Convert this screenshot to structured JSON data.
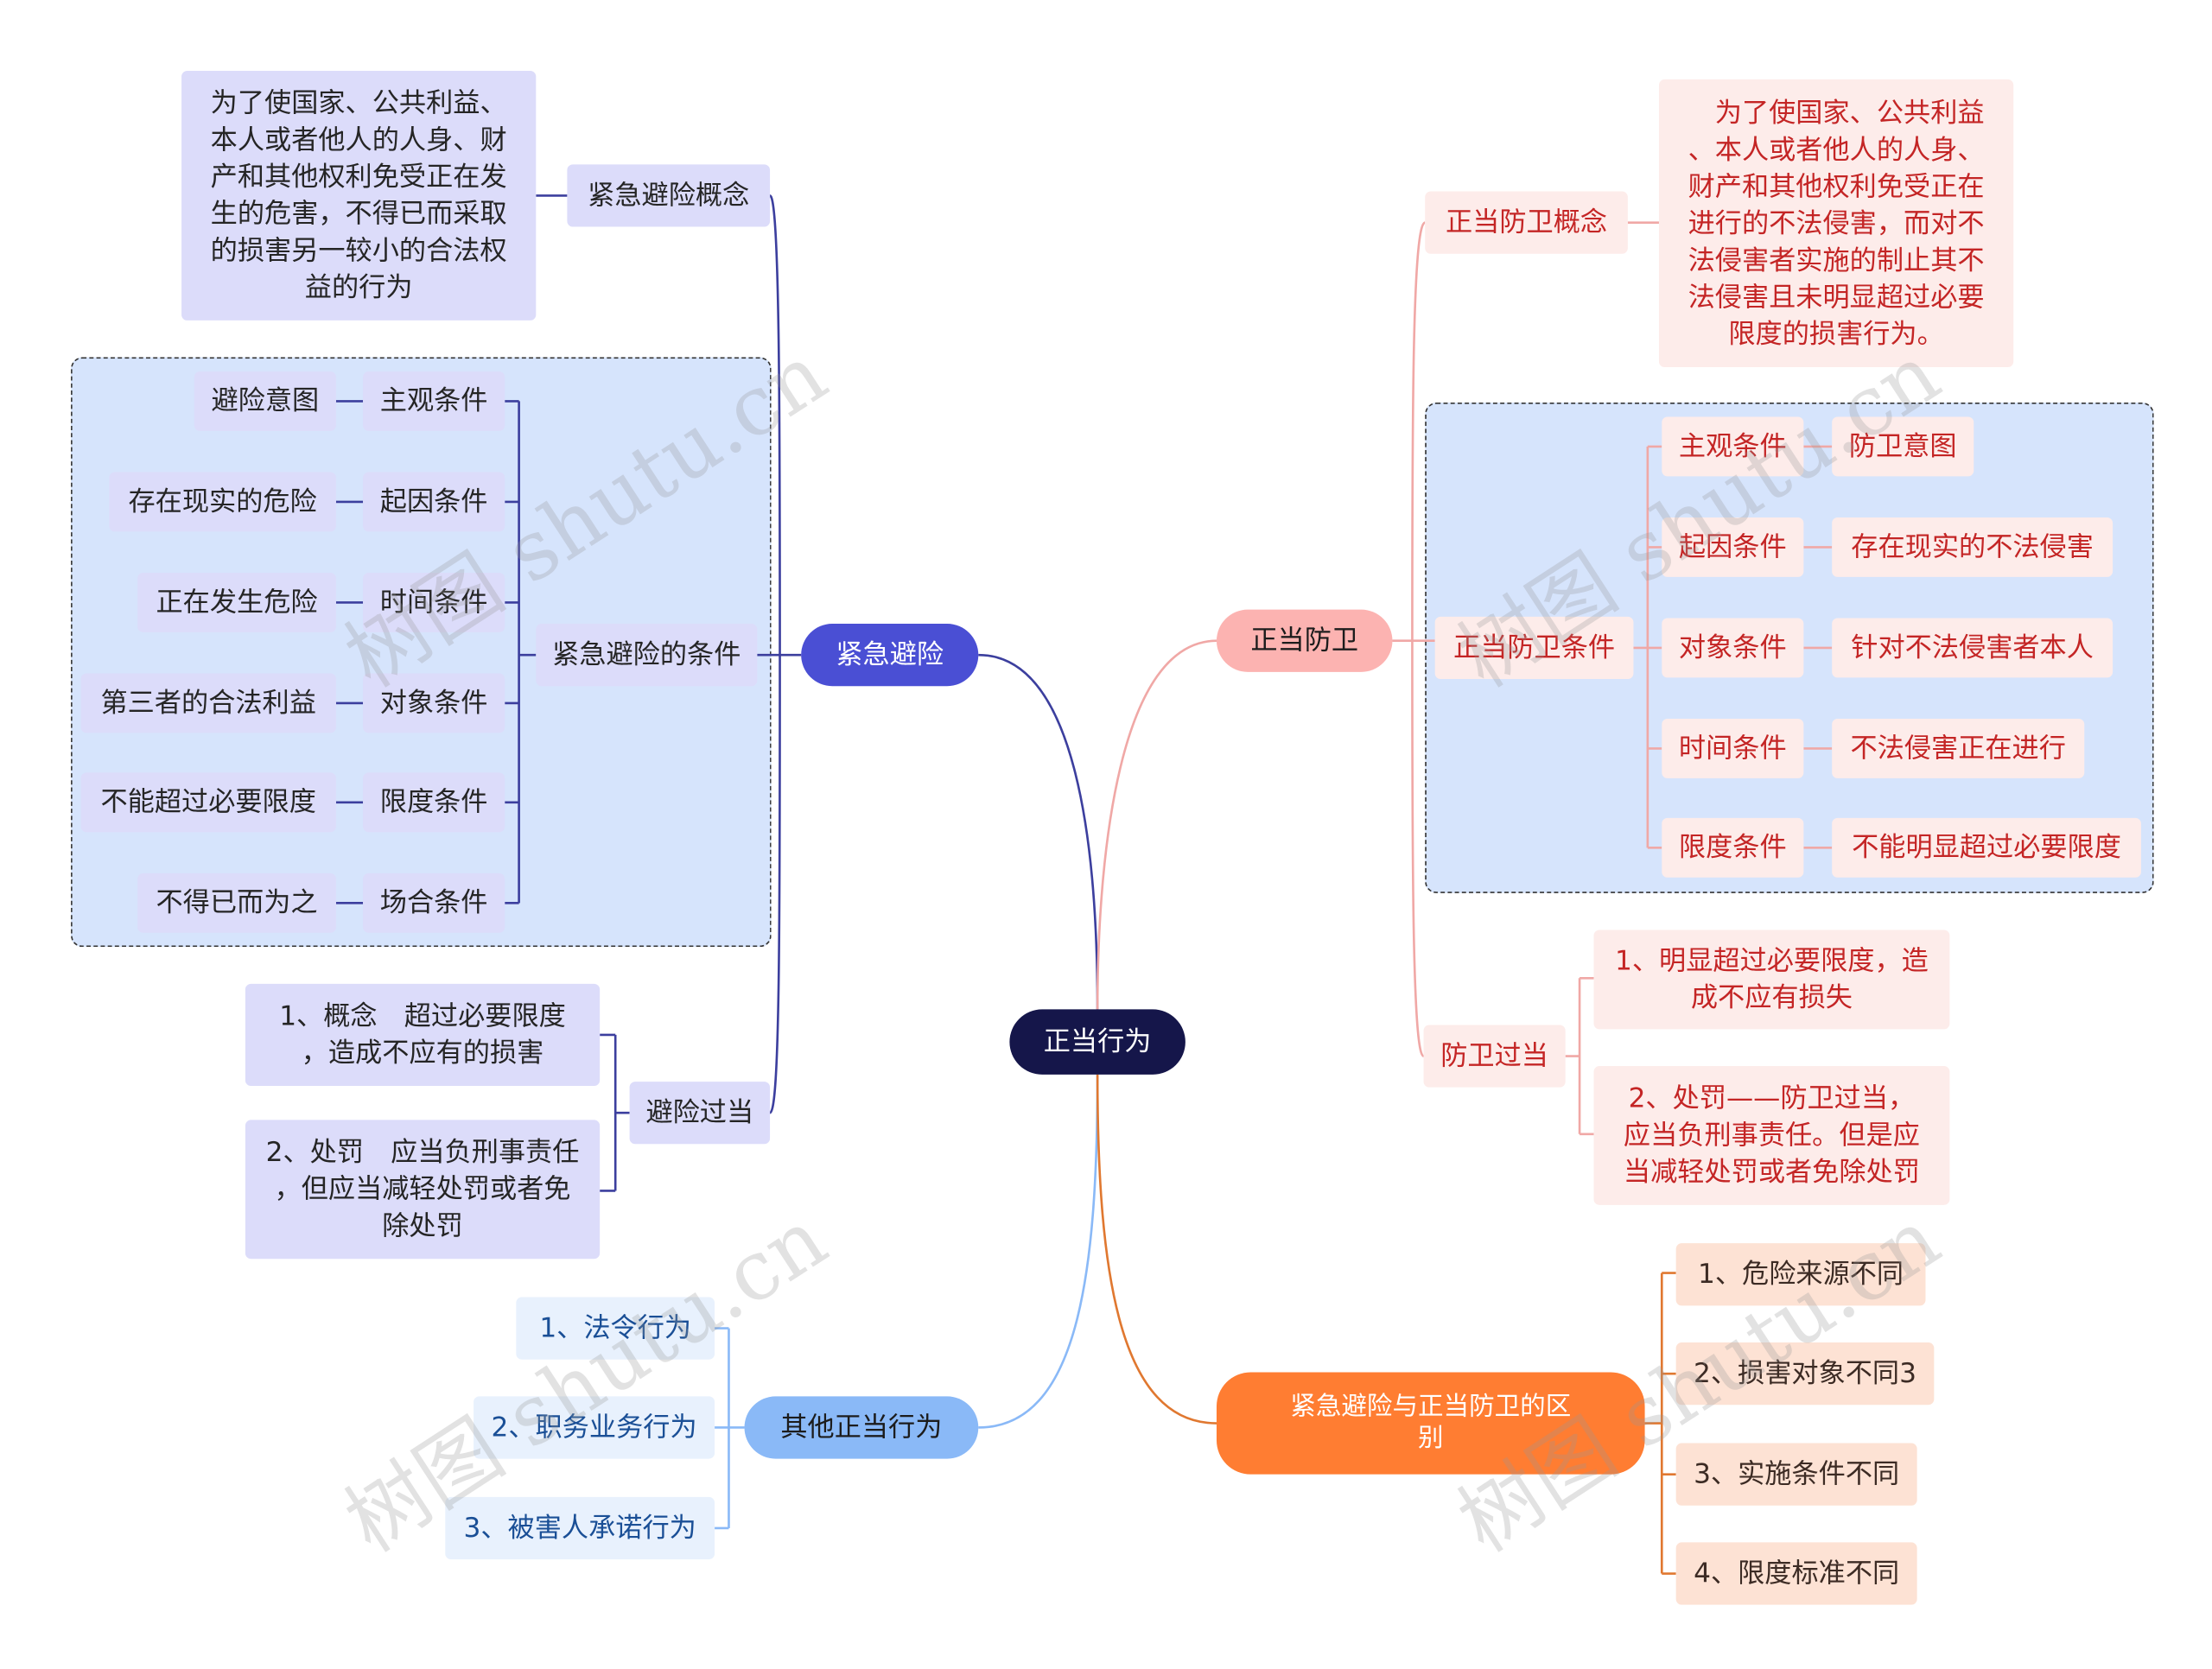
{
  "root": "正当行为",
  "emergency": {
    "label": "紧急避险",
    "concept_label": "紧急避险概念",
    "concept_text": "为了使国家、公共利益、\n本人或者他人的人身、财\n产和其他权利免受正在发\n生的危害，不得已而采取\n的损害另一较小的合法权\n益的行为",
    "conditions_label": "紧急避险的条件",
    "conditions": [
      {
        "name": "主观条件",
        "value": "避险意图"
      },
      {
        "name": "起因条件",
        "value": "存在现实的危险"
      },
      {
        "name": "时间条件",
        "value": "正在发生危险"
      },
      {
        "name": "对象条件",
        "value": "第三者的合法利益"
      },
      {
        "name": "限度条件",
        "value": "不能超过必要限度"
      },
      {
        "name": "场合条件",
        "value": "不得已而为之"
      }
    ],
    "excess_label": "避险过当",
    "excess_items": [
      "1、概念　超过必要限度\n，造成不应有的损害",
      "2、处罚　应当负刑事责任\n，但应当减轻处罚或者免\n除处罚"
    ]
  },
  "other": {
    "label": "其他正当行为",
    "items": [
      "1、法令行为",
      "2、职务业务行为",
      "3、被害人承诺行为"
    ]
  },
  "defense": {
    "label": "正当防卫",
    "concept_label": "正当防卫概念",
    "concept_text": "　为了使国家、公共利益\n、本人或者他人的人身、\n财产和其他权利免受正在\n进行的不法侵害，而对不\n法侵害者实施的制止其不\n法侵害且未明显超过必要\n限度的损害行为。",
    "conditions_label": "正当防卫条件",
    "conditions": [
      {
        "name": "主观条件",
        "value": "防卫意图"
      },
      {
        "name": "起因条件",
        "value": "存在现实的不法侵害"
      },
      {
        "name": "对象条件",
        "value": "针对不法侵害者本人"
      },
      {
        "name": "时间条件",
        "value": "不法侵害正在进行"
      },
      {
        "name": "限度条件",
        "value": "不能明显超过必要限度"
      }
    ],
    "excess_label": "防卫过当",
    "excess_items": [
      "1、明显超过必要限度，造\n成不应有损失",
      "2、处罚——防卫过当，\n应当负刑事责任。但是应\n当减轻处罚或者免除处罚"
    ]
  },
  "diff": {
    "label": "紧急避险与正当防卫的区\n别",
    "items": [
      "1、危险来源不同",
      "2、损害对象不同3",
      "3、实施条件不同",
      "4、限度标准不同"
    ]
  },
  "watermark": "树图 shutu.cn",
  "colors": {
    "root": "#15164a",
    "emergency": "#4a4fd4",
    "defense": "#fcb3b1",
    "other": "#8ab9f7",
    "diff": "#ff7d32",
    "group_fill": "#d6e4fc"
  }
}
